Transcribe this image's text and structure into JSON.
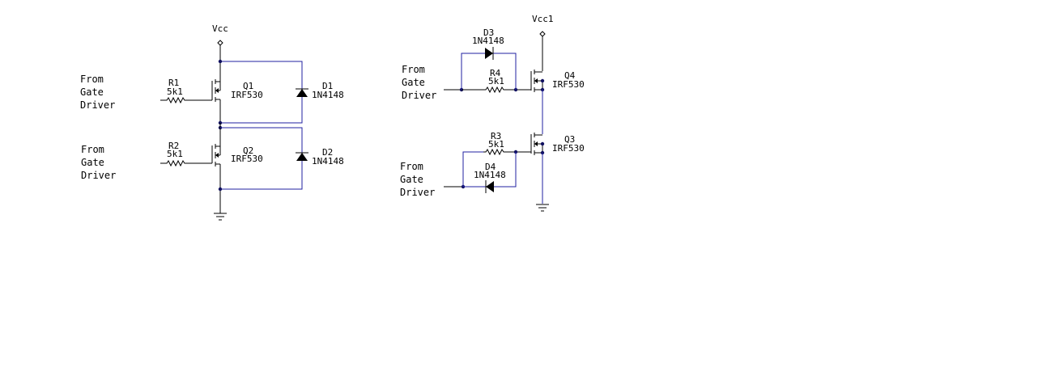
{
  "colors": {
    "wire": "#2020a0",
    "component": "#000000",
    "node": "#101060",
    "background": "#ffffff"
  },
  "left_circuit": {
    "supply_label": "Vcc",
    "input_top": {
      "line1": "From",
      "line2": "Gate",
      "line3": "Driver"
    },
    "input_bottom": {
      "line1": "From",
      "line2": "Gate",
      "line3": "Driver"
    },
    "R1": {
      "ref": "R1",
      "value": "5k1"
    },
    "R2": {
      "ref": "R2",
      "value": "5k1"
    },
    "Q1": {
      "ref": "Q1",
      "part": "IRF530"
    },
    "Q2": {
      "ref": "Q2",
      "part": "IRF530"
    },
    "D1": {
      "ref": "D1",
      "part": "1N4148"
    },
    "D2": {
      "ref": "D2",
      "part": "1N4148"
    }
  },
  "right_circuit": {
    "supply_label": "Vcc1",
    "input_top": {
      "line1": "From",
      "line2": "Gate",
      "line3": "Driver"
    },
    "input_bottom": {
      "line1": "From",
      "line2": "Gate",
      "line3": "Driver"
    },
    "D3": {
      "ref": "D3",
      "part": "1N4148"
    },
    "D4": {
      "ref": "D4",
      "part": "1N4148"
    },
    "R3": {
      "ref": "R3",
      "value": "5k1"
    },
    "R4": {
      "ref": "R4",
      "value": "5k1"
    },
    "Q3": {
      "ref": "Q3",
      "part": "IRF530"
    },
    "Q4": {
      "ref": "Q4",
      "part": "IRF530"
    }
  },
  "icons": [
    "supply-terminal-icon",
    "ground-icon",
    "diode-icon",
    "resistor-icon",
    "mosfet-icon"
  ]
}
